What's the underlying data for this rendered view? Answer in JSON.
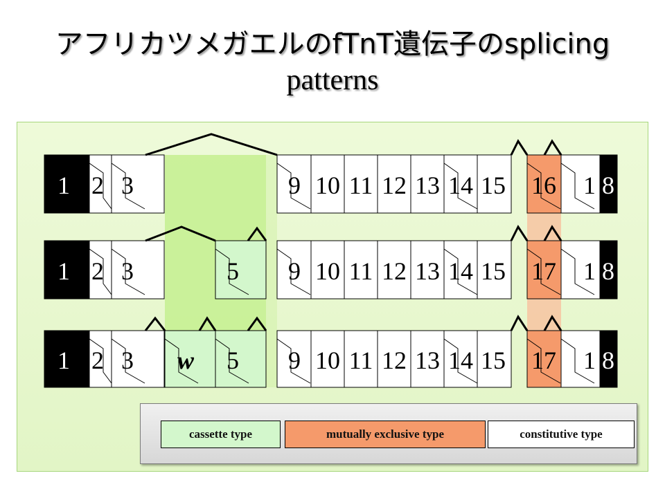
{
  "title": {
    "line1": "アフリカツメガエルのfTnT遺伝子のsplicing",
    "line2": "patterns"
  },
  "colors": {
    "constitutive": "#ffffff",
    "cassette": "#d3f7cc",
    "mutually_exclusive": "#f59a6b",
    "terminal": "#000000",
    "cassette_band": "#c6ef93",
    "exclusive_band": "#f6c7a4"
  },
  "rows": [
    {
      "exons": [
        {
          "label": "1",
          "type": "terminal"
        },
        {
          "label": "2",
          "type": "constitutive"
        },
        {
          "label": "3",
          "type": "constitutive"
        },
        {
          "label": "9",
          "type": "constitutive"
        },
        {
          "label": "10",
          "type": "constitutive"
        },
        {
          "label": "11",
          "type": "constitutive"
        },
        {
          "label": "12",
          "type": "constitutive"
        },
        {
          "label": "13",
          "type": "constitutive"
        },
        {
          "label": "14",
          "type": "constitutive"
        },
        {
          "label": "15",
          "type": "constitutive"
        },
        {
          "label": "16",
          "type": "mutually_exclusive"
        },
        {
          "label": "1",
          "type": "constitutive"
        },
        {
          "label": "8",
          "type": "terminal"
        }
      ]
    },
    {
      "exons": [
        {
          "label": "1",
          "type": "terminal"
        },
        {
          "label": "2",
          "type": "constitutive"
        },
        {
          "label": "3",
          "type": "constitutive"
        },
        {
          "label": "5",
          "type": "cassette"
        },
        {
          "label": "9",
          "type": "constitutive"
        },
        {
          "label": "10",
          "type": "constitutive"
        },
        {
          "label": "11",
          "type": "constitutive"
        },
        {
          "label": "12",
          "type": "constitutive"
        },
        {
          "label": "13",
          "type": "constitutive"
        },
        {
          "label": "14",
          "type": "constitutive"
        },
        {
          "label": "15",
          "type": "constitutive"
        },
        {
          "label": "17",
          "type": "mutually_exclusive"
        },
        {
          "label": "1",
          "type": "constitutive"
        },
        {
          "label": "8",
          "type": "terminal"
        }
      ]
    },
    {
      "exons": [
        {
          "label": "1",
          "type": "terminal"
        },
        {
          "label": "2",
          "type": "constitutive"
        },
        {
          "label": "3",
          "type": "constitutive"
        },
        {
          "label": "w",
          "type": "cassette"
        },
        {
          "label": "5",
          "type": "cassette"
        },
        {
          "label": "9",
          "type": "constitutive"
        },
        {
          "label": "10",
          "type": "constitutive"
        },
        {
          "label": "11",
          "type": "constitutive"
        },
        {
          "label": "12",
          "type": "constitutive"
        },
        {
          "label": "13",
          "type": "constitutive"
        },
        {
          "label": "14",
          "type": "constitutive"
        },
        {
          "label": "15",
          "type": "constitutive"
        },
        {
          "label": "17",
          "type": "mutually_exclusive"
        },
        {
          "label": "1",
          "type": "constitutive"
        },
        {
          "label": "8",
          "type": "terminal"
        }
      ]
    }
  ],
  "legend": [
    {
      "label": "cassette type",
      "type": "cassette"
    },
    {
      "label": "mutually exclusive type",
      "type": "mutually_exclusive"
    },
    {
      "label": "constitutive type",
      "type": "constitutive"
    }
  ]
}
